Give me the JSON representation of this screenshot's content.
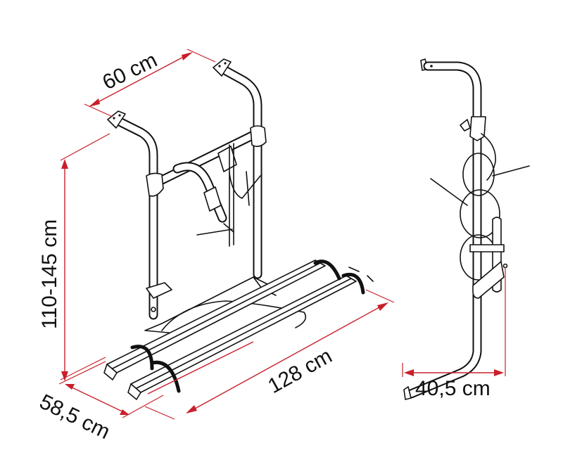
{
  "diagram": {
    "subject": "Bike carrier rack technical dimension drawing",
    "views": [
      "perspective-view",
      "side-view"
    ],
    "colors": {
      "dimension_line": "#c8202a",
      "outline": "#111111",
      "background": "#ffffff"
    },
    "dimensions": {
      "mount_width": {
        "label": "60 cm"
      },
      "height": {
        "label": "110-145 cm"
      },
      "depth": {
        "label": "58,5 cm"
      },
      "rail_length": {
        "label": "128 cm"
      },
      "side_depth": {
        "label": "40,5 cm"
      }
    }
  }
}
